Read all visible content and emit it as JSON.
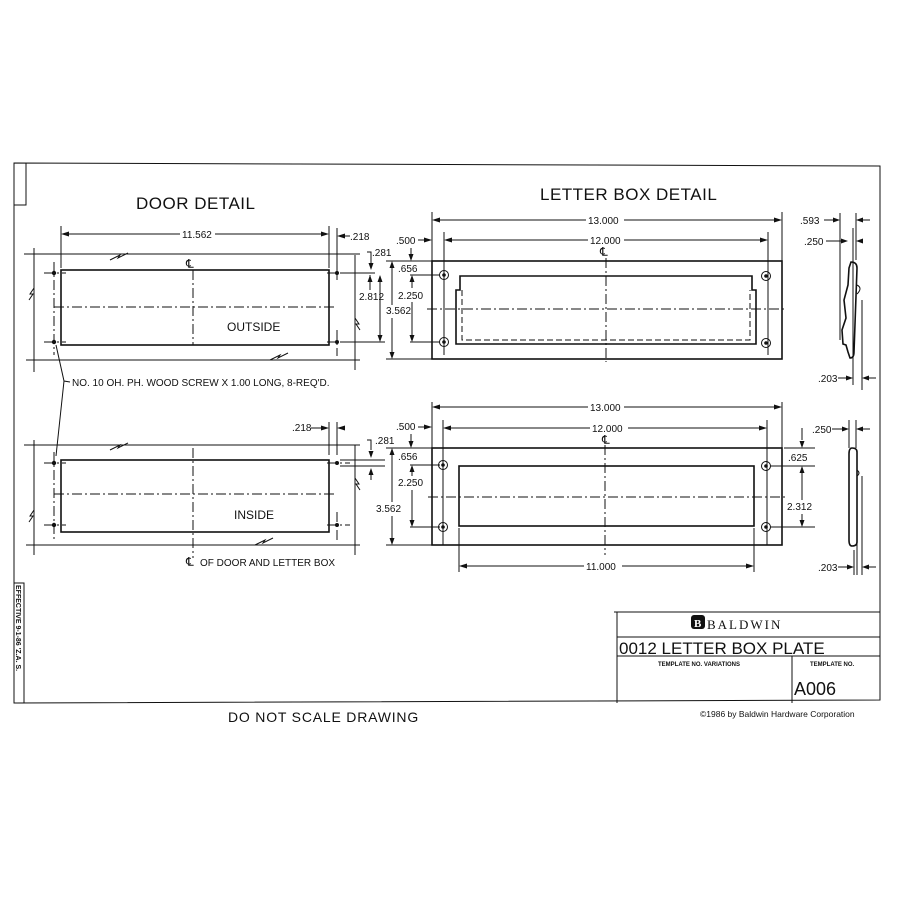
{
  "drawing": {
    "door_detail": {
      "title": "DOOR DETAIL",
      "outside": {
        "label": "OUTSIDE",
        "width": "11.562",
        "edge_offset": ".218",
        "top_offset": ".281",
        "hole_spacing": "2.812",
        "height": "3.562",
        "centerline": "℄"
      },
      "inside": {
        "label": "INSIDE",
        "edge_offset": ".218",
        "top_offset": ".281",
        "height": "3.562",
        "centerline": "℄"
      },
      "screw_note": "NO. 10 OH. PH. WOOD SCREW X 1.00 LONG, 8-REQ'D.",
      "centerline_note": "OF DOOR AND LETTER BOX"
    },
    "letter_box_detail": {
      "title": "LETTER BOX DETAIL",
      "outside": {
        "overall_width": "13.000",
        "hole_spacing": "12.000",
        "edge_offset": ".500",
        "top_offset": ".656",
        "hole_spacing_vertical": "2.250",
        "height": "3.562",
        "centerline": "℄"
      },
      "inside": {
        "overall_width": "13.000",
        "hole_spacing": "12.000",
        "edge_offset": ".500",
        "top_offset": ".656",
        "hole_spacing_vertical": "2.250",
        "height": "3.562",
        "opening_width": "11.000",
        "right_top_offset": ".625",
        "right_hole_spacing": "2.312",
        "centerline": "℄"
      },
      "side_outside": {
        "depth": ".593",
        "thickness": ".250",
        "bottom": ".203"
      },
      "side_inside": {
        "thickness": ".250",
        "bottom": ".203"
      }
    },
    "title_block": {
      "brand_mark": "B",
      "brand": "BALDWIN",
      "product_title": "0012 LETTER BOX PLATE",
      "variations_label": "TEMPLATE NO. VARIATIONS",
      "template_no_label": "TEMPLATE NO.",
      "template_no": "A006"
    },
    "effective_note": "EFFECTIVE 9-1-86 'Z.A. S.",
    "copyright": "©1986 by Baldwin Hardware Corporation",
    "footer_note": "DO NOT SCALE DRAWING"
  }
}
